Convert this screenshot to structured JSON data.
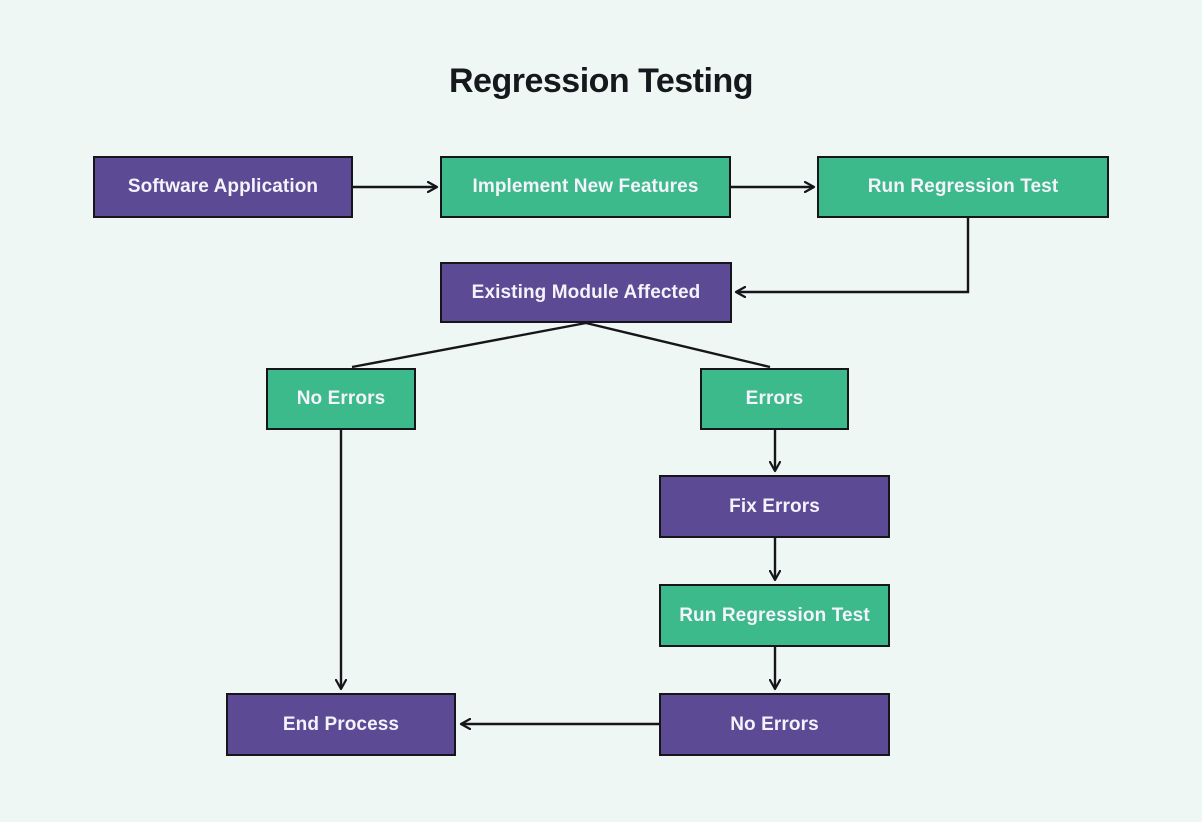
{
  "title": "Regression Testing",
  "colors": {
    "background": "#eef7f3",
    "purple": "#5c4b94",
    "green": "#3dba8b",
    "line": "#15151a",
    "node_text": "#f4f2fa"
  },
  "nodes": [
    {
      "id": "software-application",
      "label": "Software Application",
      "color": "purple"
    },
    {
      "id": "implement-new-features",
      "label": "Implement New Features",
      "color": "green"
    },
    {
      "id": "run-regression-test-1",
      "label": "Run Regression Test",
      "color": "green"
    },
    {
      "id": "existing-module-affected",
      "label": "Existing Module Affected",
      "color": "purple"
    },
    {
      "id": "no-errors-branch",
      "label": "No Errors",
      "color": "green"
    },
    {
      "id": "errors-branch",
      "label": "Errors",
      "color": "green"
    },
    {
      "id": "fix-errors",
      "label": "Fix Errors",
      "color": "purple"
    },
    {
      "id": "run-regression-test-2",
      "label": "Run Regression Test",
      "color": "green"
    },
    {
      "id": "no-errors-final",
      "label": "No Errors",
      "color": "purple"
    },
    {
      "id": "end-process",
      "label": "End Process",
      "color": "purple"
    }
  ],
  "edges": [
    {
      "from": "software-application",
      "to": "implement-new-features",
      "arrowhead": true
    },
    {
      "from": "implement-new-features",
      "to": "run-regression-test-1",
      "arrowhead": true
    },
    {
      "from": "run-regression-test-1",
      "to": "existing-module-affected",
      "arrowhead": true
    },
    {
      "from": "existing-module-affected",
      "to": "no-errors-branch",
      "arrowhead": false
    },
    {
      "from": "existing-module-affected",
      "to": "errors-branch",
      "arrowhead": false
    },
    {
      "from": "errors-branch",
      "to": "fix-errors",
      "arrowhead": true
    },
    {
      "from": "fix-errors",
      "to": "run-regression-test-2",
      "arrowhead": true
    },
    {
      "from": "run-regression-test-2",
      "to": "no-errors-final",
      "arrowhead": true
    },
    {
      "from": "no-errors-branch",
      "to": "end-process",
      "arrowhead": true
    },
    {
      "from": "no-errors-final",
      "to": "end-process",
      "arrowhead": true
    }
  ]
}
